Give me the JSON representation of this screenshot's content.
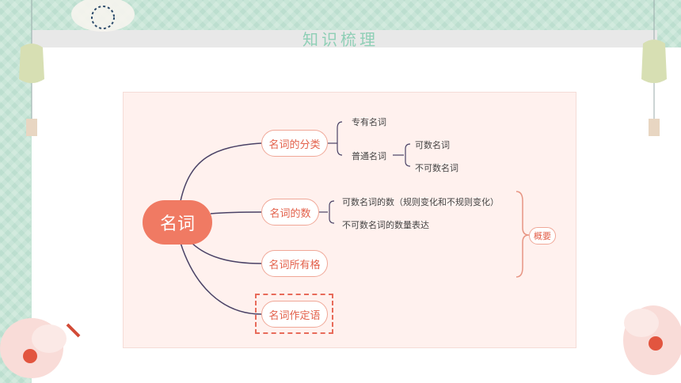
{
  "page_title": "知识梳理",
  "mindmap": {
    "central": "名词",
    "branches": [
      {
        "label": "名词的分类"
      },
      {
        "label": "名词的数"
      },
      {
        "label": "名词所有格"
      },
      {
        "label": "名词作定语"
      }
    ],
    "classification": {
      "proper": "专有名词",
      "common": "普通名词",
      "countable": "可数名词",
      "uncountable": "不可数名词"
    },
    "number": {
      "countable_plural": "可数名词的数（规则变化和不规则变化）",
      "uncountable_quantity": "不可数名词的数量表达"
    },
    "summary": "概要"
  },
  "colors": {
    "central_fill": "#f07a63",
    "branch_border": "#f0a797",
    "branch_text": "#e3604a",
    "connector": "#4a4266",
    "title": "#8fcfb6",
    "panel_bg": "#fff1ee"
  }
}
